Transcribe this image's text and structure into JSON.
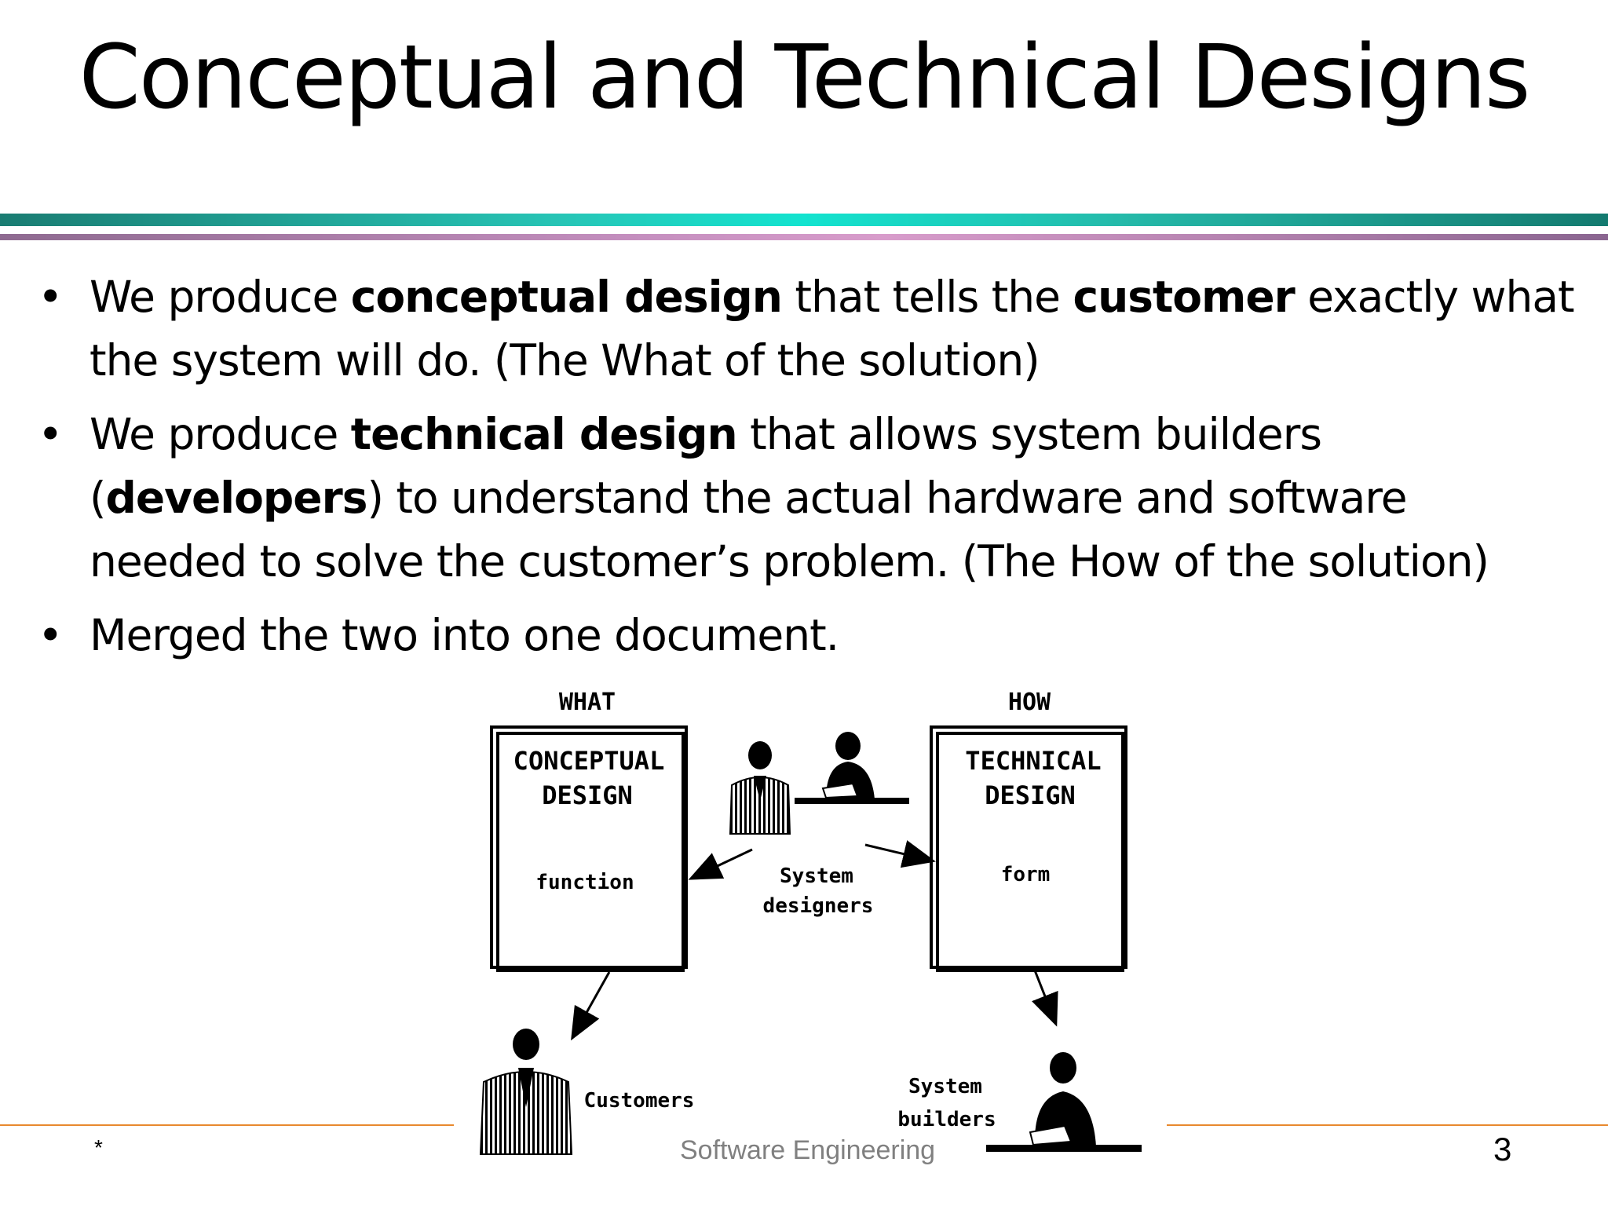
{
  "slide": {
    "title": "Conceptual and Technical Designs",
    "bullets": [
      {
        "parts": [
          {
            "t": "We produce ",
            "b": false
          },
          {
            "t": "conceptual design",
            "b": true
          },
          {
            "t": " that tells the ",
            "b": false
          },
          {
            "t": "customer",
            "b": true
          },
          {
            "t": " exactly what the system will do. (The What of the solution)",
            "b": false
          }
        ]
      },
      {
        "parts": [
          {
            "t": "We produce ",
            "b": false
          },
          {
            "t": "technical design",
            "b": true
          },
          {
            "t": " that allows system builders (",
            "b": false
          },
          {
            "t": "developers",
            "b": true
          },
          {
            "t": ") to understand the actual hardware and software needed to solve the customer’s problem. (The How of the solution)",
            "b": false
          }
        ]
      },
      {
        "parts": [
          {
            "t": "Merged the two into one document.",
            "b": false
          }
        ]
      }
    ],
    "bullet_char": "•"
  },
  "diagram": {
    "what_label": "WHAT",
    "how_label": "HOW",
    "conceptual_line1": "CONCEPTUAL",
    "conceptual_line2": "DESIGN",
    "conceptual_sub": "function",
    "technical_line1": "TECHNICAL",
    "technical_line2": "DESIGN",
    "technical_sub": "form",
    "designers_line1": "System",
    "designers_line2": "designers",
    "customers_label": "Customers",
    "builders_line1": "System",
    "builders_line2": "builders"
  },
  "footer": {
    "left": "*",
    "center": "Software Engineering",
    "page_number": "3",
    "line_color": "#e8892e"
  }
}
